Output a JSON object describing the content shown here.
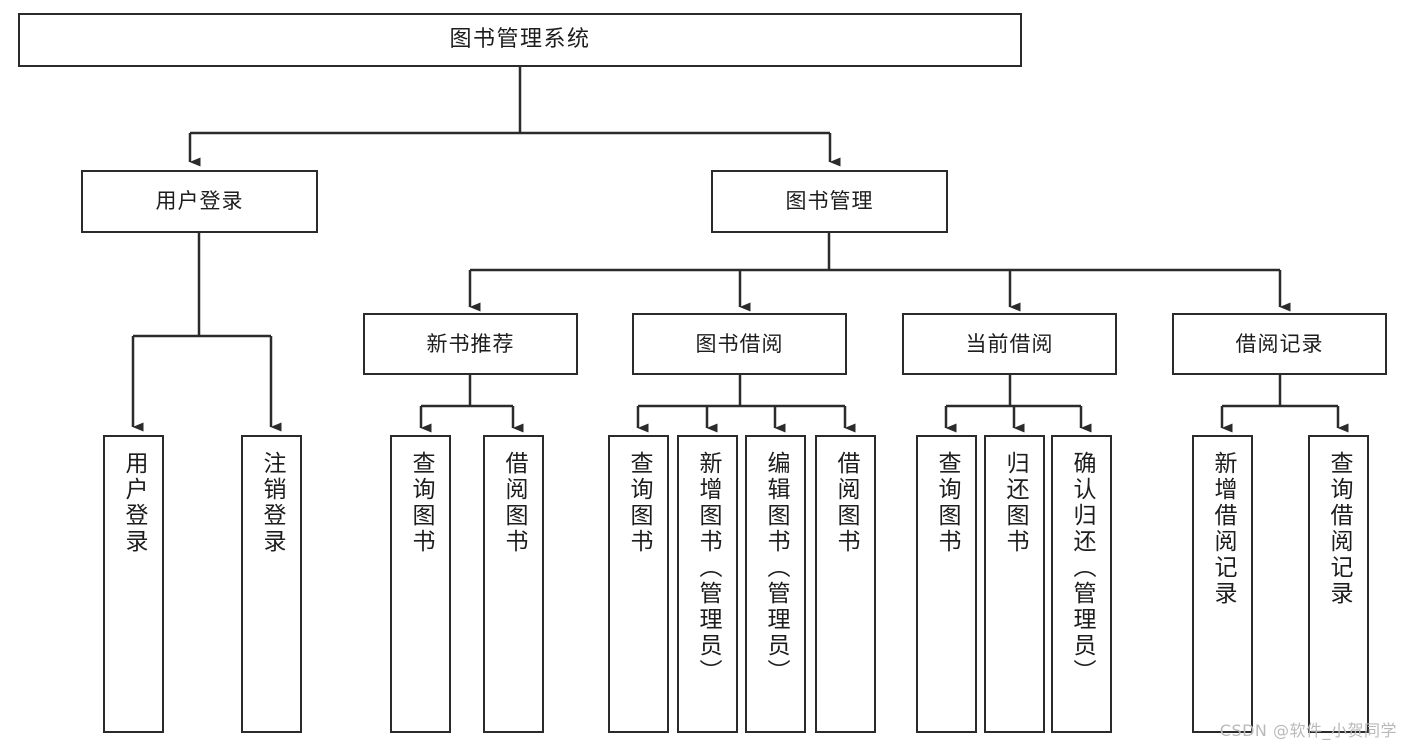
{
  "diagram": {
    "title": "图书管理系统",
    "watermark": "CSDN @软件_小贺同学",
    "colors": {
      "stroke": "#2b2b2b",
      "fill": "#ffffff",
      "text": "#1d1d1d",
      "watermark": "#b9b9b9"
    },
    "nodes": {
      "root": {
        "label": "图书管理系统"
      },
      "level2": [
        {
          "label": "用户登录"
        },
        {
          "label": "图书管理"
        }
      ],
      "level3": [
        {
          "label": "新书推荐"
        },
        {
          "label": "图书借阅"
        },
        {
          "label": "当前借阅"
        },
        {
          "label": "借阅记录"
        }
      ],
      "leaves": {
        "user_login": [
          {
            "label": "用户登录"
          },
          {
            "label": "注销登录"
          }
        ],
        "new_book": [
          {
            "label": "查询图书"
          },
          {
            "label": "借阅图书"
          }
        ],
        "book_borrow": [
          {
            "label": "查询图书"
          },
          {
            "label": "新增图书（管理员）"
          },
          {
            "label": "编辑图书（管理员）"
          },
          {
            "label": "借阅图书"
          }
        ],
        "current_borrow": [
          {
            "label": "查询图书"
          },
          {
            "label": "归还图书"
          },
          {
            "label": "确认归还（管理员）"
          }
        ],
        "borrow_record": [
          {
            "label": "新增借阅记录"
          },
          {
            "label": "查询借阅记录"
          }
        ]
      }
    }
  }
}
